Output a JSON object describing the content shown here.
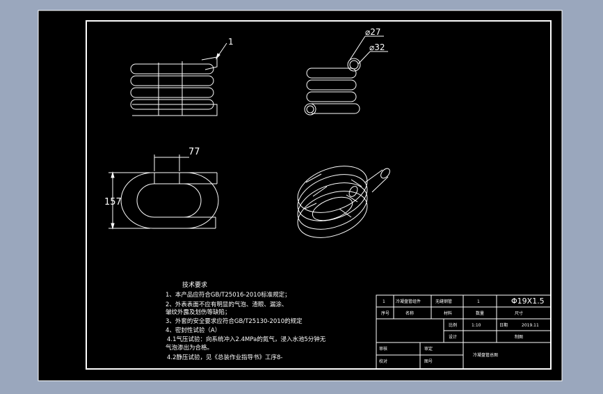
{
  "colors": {
    "viewport_bg": "#9aa7bd",
    "sheet_bg": "#000000",
    "line": "#ffffff"
  },
  "views": {
    "front_view": {
      "part_label": "1"
    },
    "side_view": {
      "inner_diameter": "⌀27",
      "outer_diameter": "⌀32"
    },
    "top_view": {
      "width_dim": "77",
      "height_dim": "157"
    }
  },
  "tech_notes": {
    "heading": "技术要求",
    "lines": [
      "1、本产品应符合GB/T25016-2010标准规定；",
      "2、外表表面不应有明显的气泡、渣眼、漏涂、",
      "   皱纹外露及划伤等缺陷；",
      "3、外套的安全要求应符合GB/T25130-2010的规定",
      "4、密封性试验（A）",
      "   4.1气压试验：向系统冲入2.4MPa的氮气，浸入水池5分钟无",
      "气泡渗出为合格。",
      "   4.2静压试验，见《总装作业指导书》工序8-"
    ]
  },
  "title_block": {
    "r1_no": "1",
    "r1_name": "冷凝盘管组件",
    "r1_material": "无缝钢管",
    "r1_qty": "1",
    "spec": "Φ19X1.5",
    "r2_a": "序号",
    "r2_b": "名称",
    "r2_c": "材料",
    "r2_d": "数量",
    "r2_e": "尺寸",
    "scale_label": "比例",
    "scale_value": "1:10",
    "date_label": "日期",
    "date_value": "2019.11",
    "drawn_label": "设计",
    "designer_label": "制图",
    "check_label": "审核",
    "approve_label": "审定",
    "review_label": "校对",
    "part_name": "冷凝盘管总图",
    "company": "图号"
  }
}
